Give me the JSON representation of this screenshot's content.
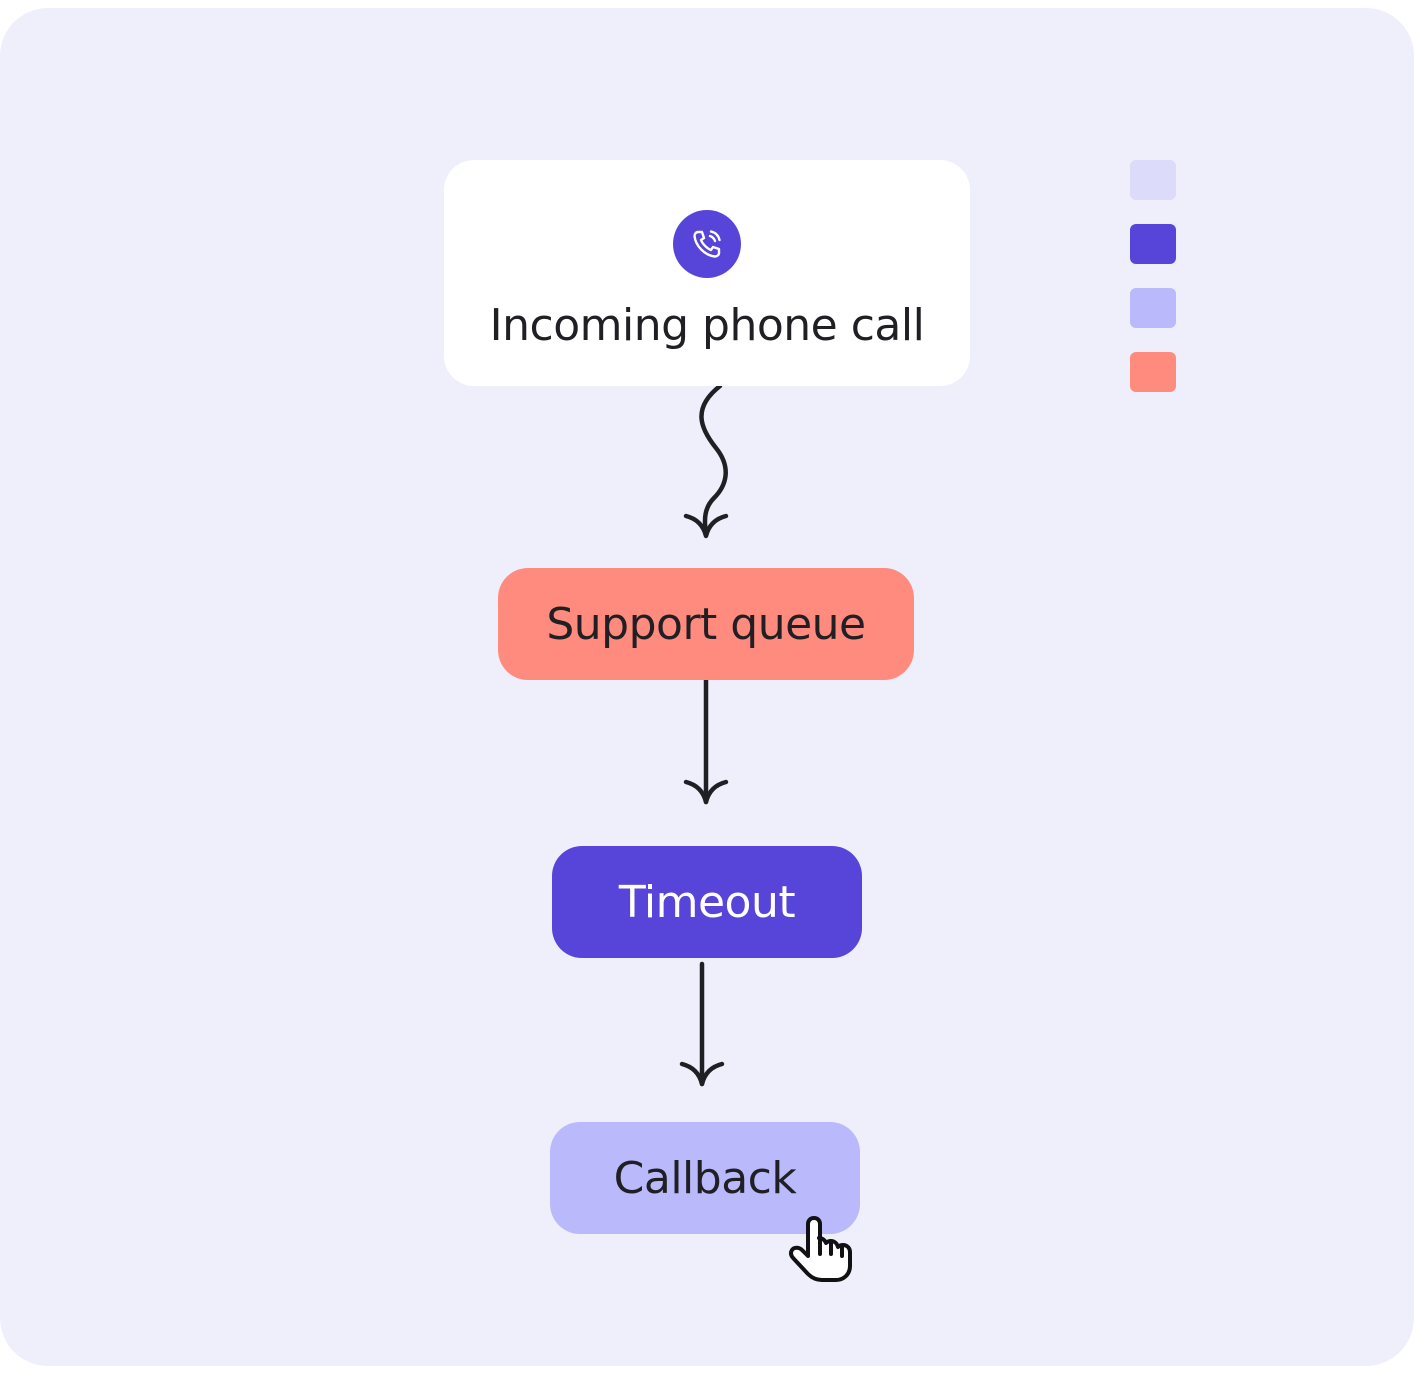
{
  "flow": {
    "nodes": [
      {
        "id": "incoming",
        "label": "Incoming phone call",
        "icon": "phone-call-icon",
        "color": "#ffffff"
      },
      {
        "id": "queue",
        "label": "Support queue",
        "color": "#ff8a7e"
      },
      {
        "id": "timeout",
        "label": "Timeout",
        "color": "#5645d8"
      },
      {
        "id": "callback",
        "label": "Callback",
        "color": "#b9b9fb"
      }
    ],
    "edges": [
      {
        "from": "incoming",
        "to": "queue",
        "style": "wavy"
      },
      {
        "from": "queue",
        "to": "timeout",
        "style": "straight"
      },
      {
        "from": "timeout",
        "to": "callback",
        "style": "straight"
      }
    ]
  },
  "palette": {
    "swatches": [
      "#dcdcfa",
      "#5645d8",
      "#b9b9fb",
      "#ff8a7e"
    ]
  },
  "colors": {
    "background": "#efeffc",
    "ink": "#1f1f24",
    "accent": "#5645d8"
  },
  "pointer": {
    "icon": "hand-pointer-icon"
  }
}
